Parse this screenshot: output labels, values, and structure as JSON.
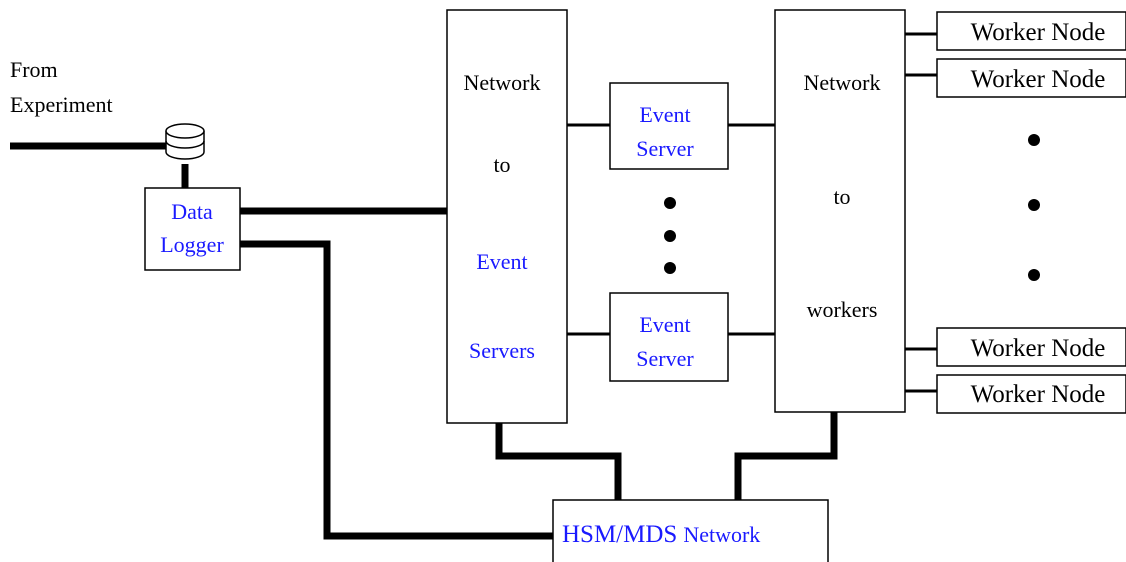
{
  "source": {
    "line1": "From",
    "line2": "Experiment"
  },
  "data_logger": {
    "line1": "Data",
    "line2": "Logger"
  },
  "network_to_event_servers": {
    "line1": "Network",
    "line2": "to",
    "line3": "Event",
    "line4": "Servers"
  },
  "event_servers": [
    {
      "line1": "Event",
      "line2": "Server"
    },
    {
      "line1": "Event",
      "line2": "Server"
    }
  ],
  "network_to_workers": {
    "line1": "Network",
    "line2": "to",
    "line3": "workers"
  },
  "worker_nodes": [
    {
      "label": "Worker Node"
    },
    {
      "label": "Worker Node"
    },
    {
      "label": "Worker Node"
    },
    {
      "label": "Worker Node"
    }
  ],
  "hsm_network": {
    "part1": "HSM/MDS",
    "part2": "Network"
  },
  "colors": {
    "blue_text": "#1a1aff",
    "black_text": "#000000",
    "line": "#000000"
  }
}
